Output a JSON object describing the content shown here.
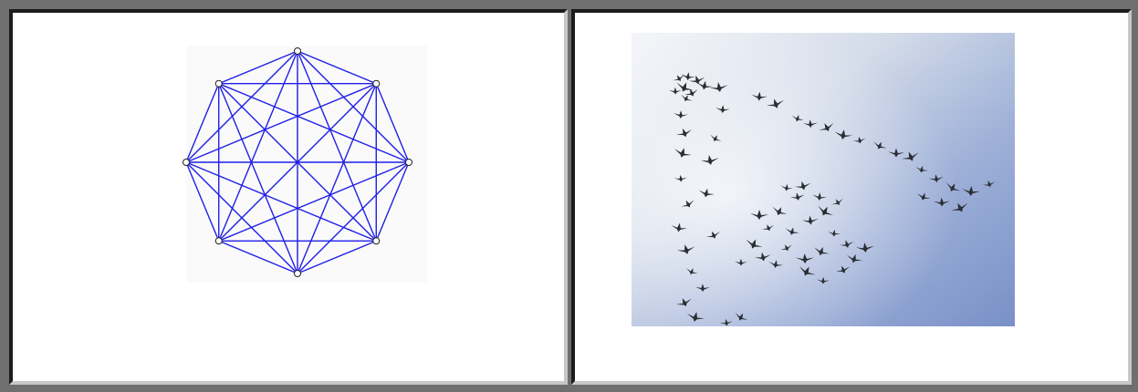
{
  "layout": "two-panel-figure",
  "panels": [
    {
      "id": "left",
      "content": "complete-graph-k8",
      "node_count": 8,
      "edge_color": "#1f1fe8",
      "node_stroke": "#222222"
    },
    {
      "id": "right",
      "content": "flock-of-birds-photo",
      "sky_colors": [
        "#f2f4f8",
        "#c9d3e6",
        "#8fa3cf",
        "#6f86bf"
      ],
      "bird_color": "#2a2e33"
    }
  ],
  "colors": {
    "frame": "#6f6f6f",
    "panel_bg": "#ffffff",
    "border_dark": "#1c1c1c",
    "border_light": "#c8c8c8"
  }
}
